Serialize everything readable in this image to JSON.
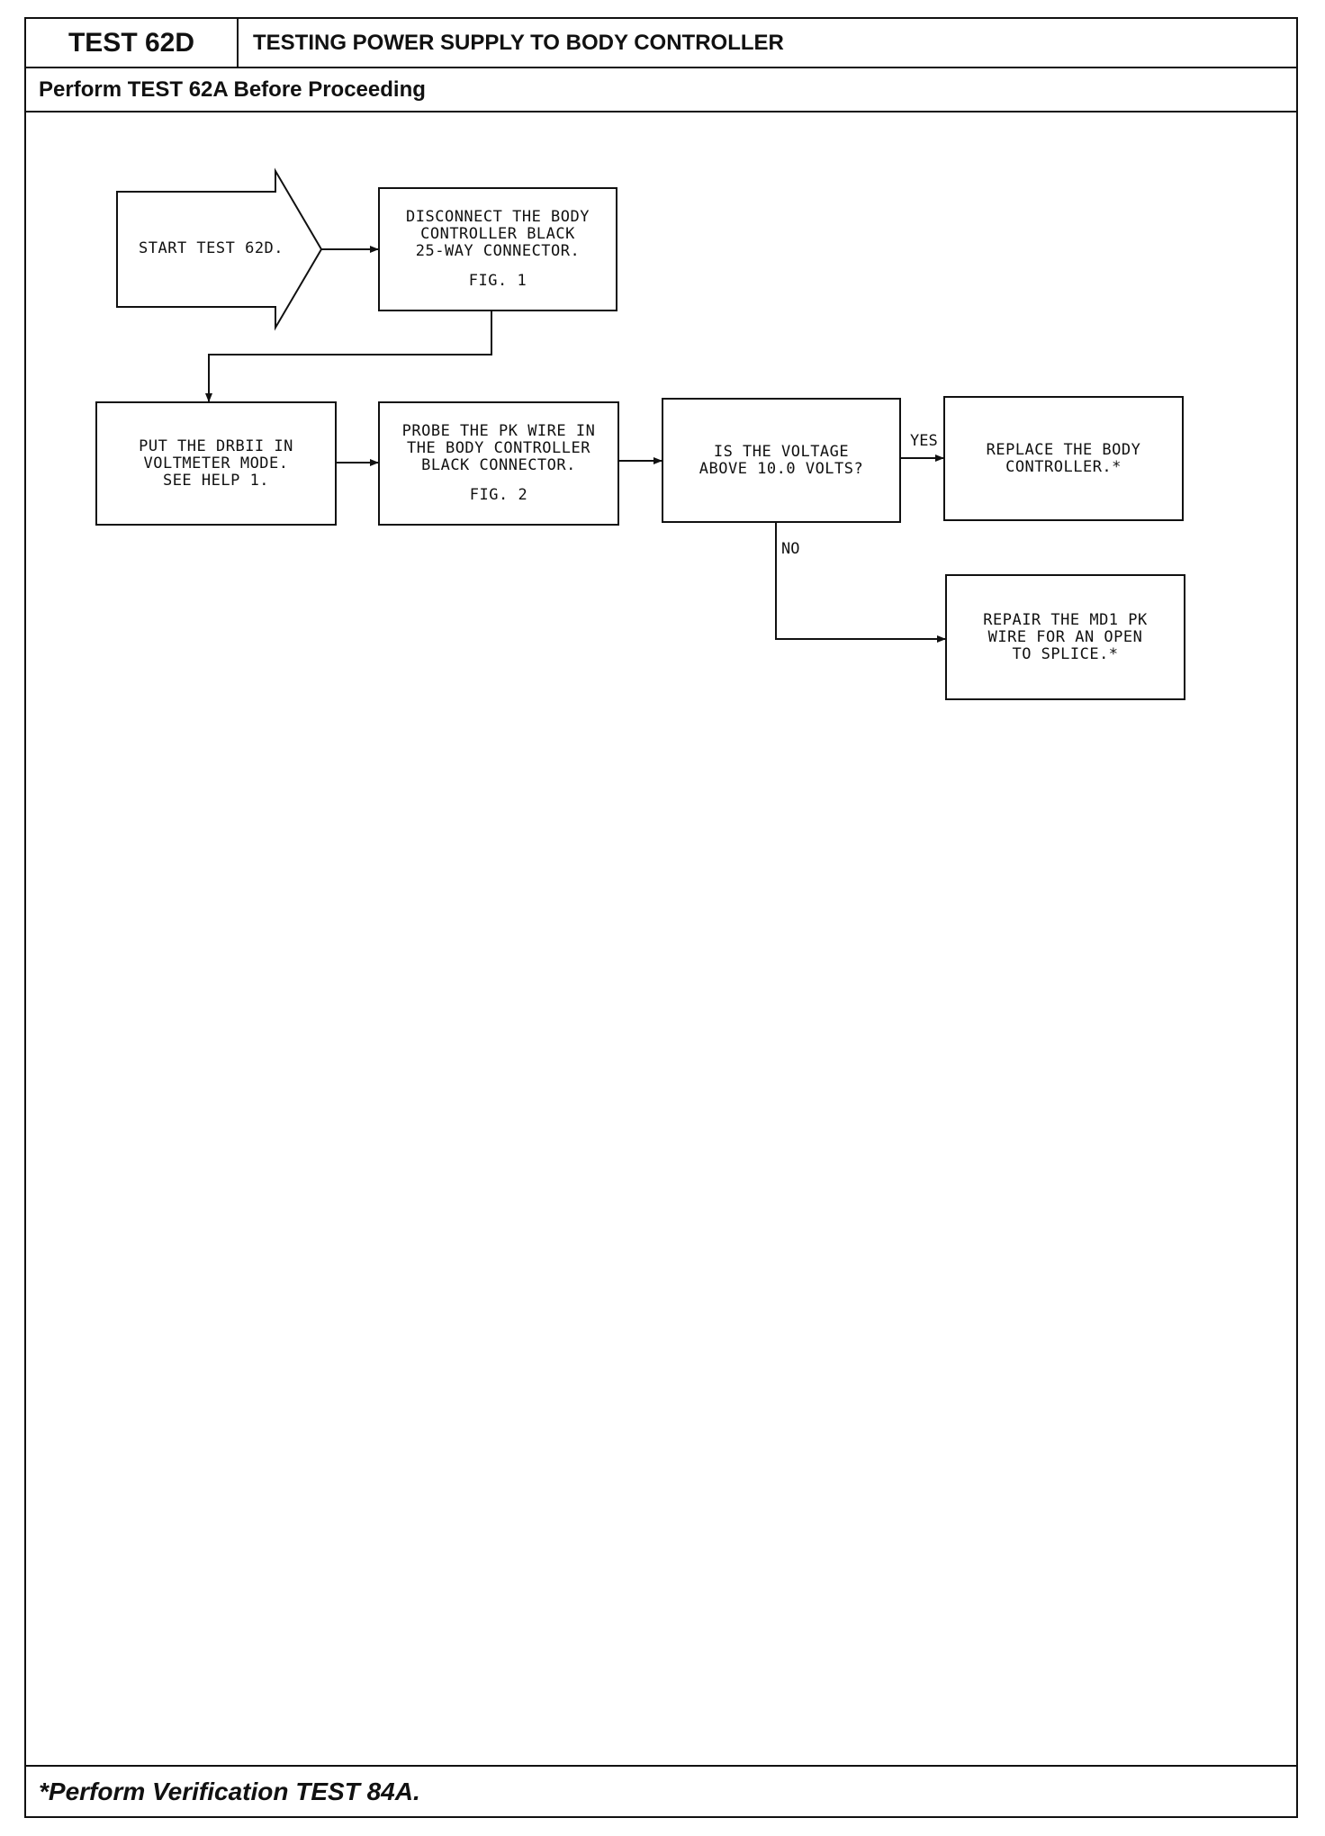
{
  "header": {
    "test_id": "TEST 62D",
    "title": "TESTING POWER SUPPLY TO BODY CONTROLLER",
    "prerequisite": "Perform TEST 62A Before Proceeding"
  },
  "flowchart": {
    "start": "START TEST 62D.",
    "step1": {
      "lines": [
        "DISCONNECT THE BODY",
        "CONTROLLER BLACK",
        "25-WAY CONNECTOR."
      ],
      "fig": "FIG. 1"
    },
    "step2": {
      "lines": [
        "PUT THE DRBII IN",
        "VOLTMETER MODE.",
        "SEE HELP 1."
      ]
    },
    "step3": {
      "lines": [
        "PROBE THE PK WIRE IN",
        "THE BODY CONTROLLER",
        "BLACK CONNECTOR."
      ],
      "fig": "FIG. 2"
    },
    "decision": {
      "lines": [
        "IS THE VOLTAGE",
        "ABOVE 10.0 VOLTS?"
      ]
    },
    "yes_label": "YES",
    "no_label": "NO",
    "yes_result": {
      "lines": [
        "REPLACE THE BODY",
        "CONTROLLER.*"
      ]
    },
    "no_result": {
      "lines": [
        "REPAIR THE MD1 PK",
        "WIRE FOR AN OPEN",
        "TO SPLICE.*"
      ]
    }
  },
  "footer": {
    "note": "*Perform Verification TEST 84A."
  }
}
